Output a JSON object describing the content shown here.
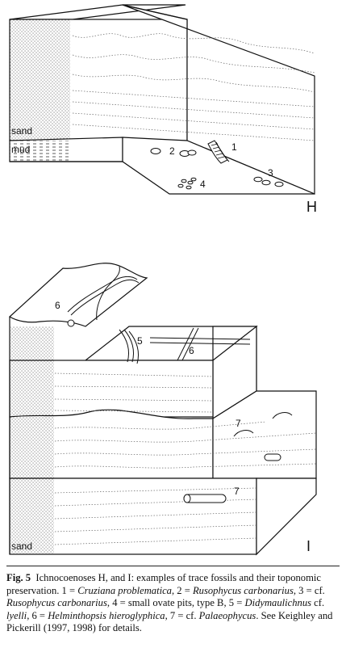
{
  "panel_h": {
    "letter": "H",
    "labels": {
      "sand": "sand",
      "mud": "mud"
    },
    "fossils": [
      "1",
      "2",
      "3",
      "4"
    ]
  },
  "panel_i": {
    "letter": "I",
    "labels": {
      "sand": "sand"
    },
    "fossils": [
      "6",
      "5",
      "6",
      "7",
      "7"
    ]
  },
  "caption": {
    "figure_number": "Fig. 5",
    "parts": [
      {
        "t": "Ichnocoenoses H, and I: examples of trace fossils and their toponomic preservation. 1 = ",
        "i": false
      },
      {
        "t": "Cruziana problematica",
        "i": true
      },
      {
        "t": ", 2 = ",
        "i": false
      },
      {
        "t": "Rusophycus carbonarius",
        "i": true
      },
      {
        "t": ", 3 = cf. ",
        "i": false
      },
      {
        "t": "Rusophycus carbonarius",
        "i": true
      },
      {
        "t": ", 4 = small ovate pits, type B, 5 = ",
        "i": false
      },
      {
        "t": "Didymaulichnus",
        "i": true
      },
      {
        "t": " cf. ",
        "i": false
      },
      {
        "t": "lyelli",
        "i": true
      },
      {
        "t": ", 6 = ",
        "i": false
      },
      {
        "t": "Helminthopsis hieroglyphica",
        "i": true
      },
      {
        "t": ", 7 = cf. ",
        "i": false
      },
      {
        "t": "Palaeophycus",
        "i": true
      },
      {
        "t": ". See Keighley and Pickerill (1997, 1998) for details.",
        "i": false
      }
    ]
  }
}
